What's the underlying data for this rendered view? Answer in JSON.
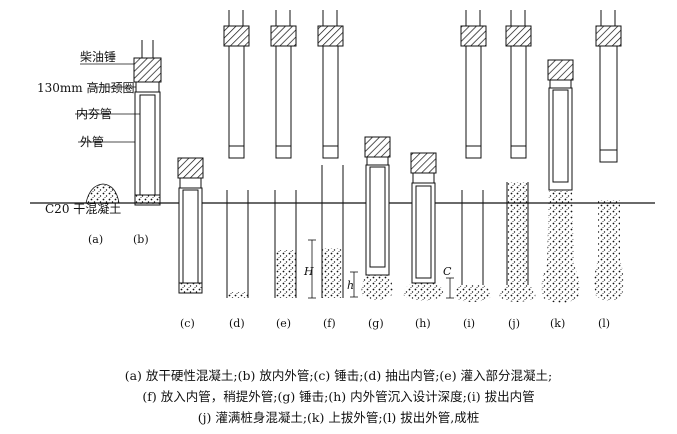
{
  "labels": {
    "hammer": "柴油锤",
    "collar": "130mm 高加颈圈",
    "inner_pipe": "内夯管",
    "outer_pipe": "外管",
    "concrete": "C20 干混凝土"
  },
  "steps": [
    "(a)",
    "(b)",
    "(c)",
    "(d)",
    "(e)",
    "(f)",
    "(g)",
    "(h)",
    "(i)",
    "(j)",
    "(k)",
    "(l)"
  ],
  "dims": {
    "H": "H",
    "h": "h",
    "C": "C"
  },
  "caption": [
    "(a) 放干硬性混凝土;(b) 放内外管;(c) 锤击;(d) 抽出内管;(e) 灌入部分混凝土;",
    "(f) 放入内管，稍提外管;(g) 锤击;(h) 内外管沉入设计深度;(i) 拔出内管",
    "(j) 灌满桩身混凝土;(k) 上拔外管;(l) 拔出外管,成桩"
  ]
}
